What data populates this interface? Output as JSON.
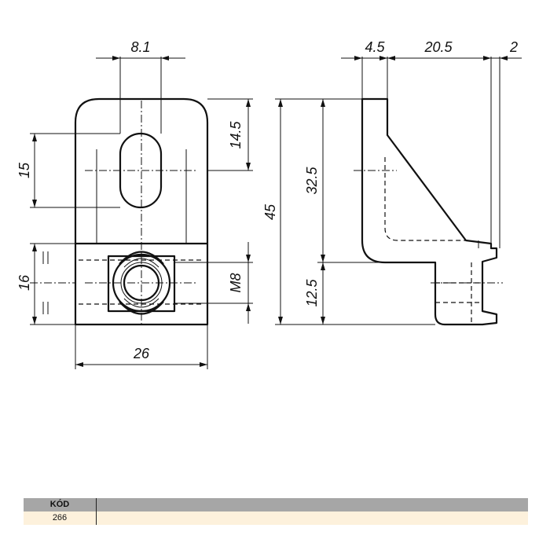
{
  "drawing": {
    "front_view": {
      "width_label": "26",
      "slot_width_label": "8.1",
      "slot_length_label": "15",
      "top_offset_label": "14.5",
      "nut_height_label": "16",
      "thread_label": "M8"
    },
    "side_view": {
      "total_height_label": "45",
      "upper_height_label": "32.5",
      "lower_height_label": "12.5",
      "plate_thickness_label": "4.5",
      "foot_depth_label": "20.5",
      "lip_label": "2"
    }
  },
  "table": {
    "header_label": "KÓD",
    "code_value": "266"
  }
}
